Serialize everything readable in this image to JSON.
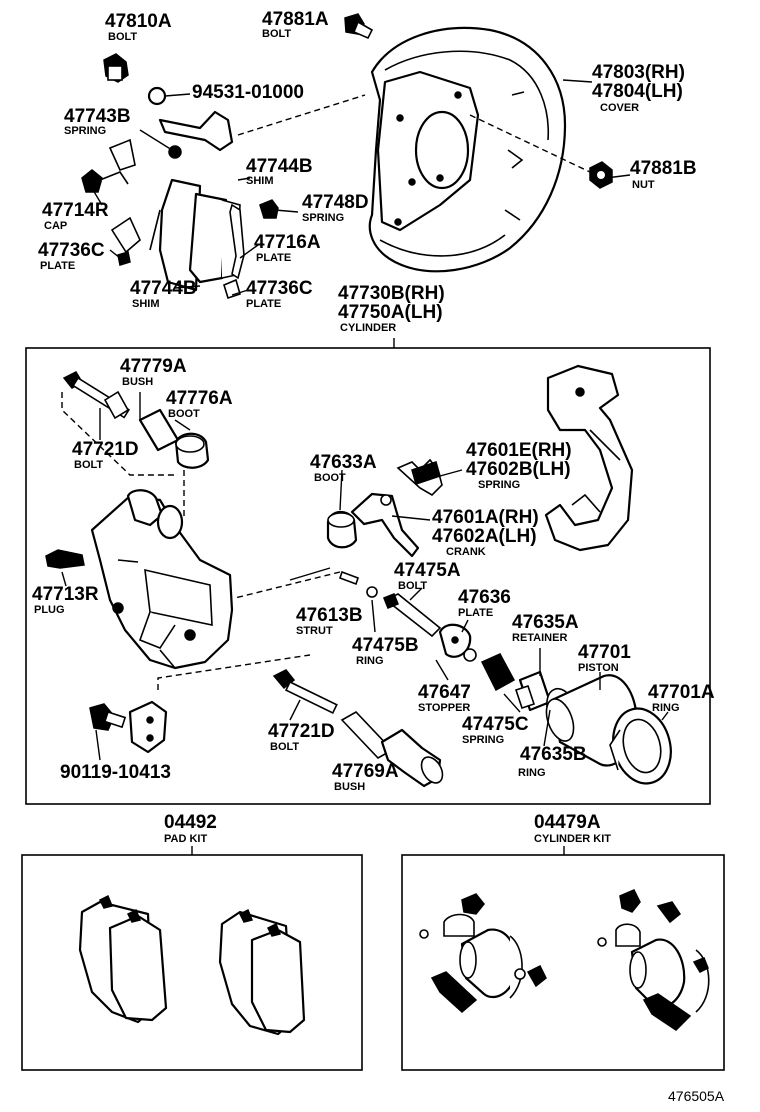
{
  "parts": {
    "p47810A": {
      "number": "47810A",
      "label": "BOLT"
    },
    "p47881A": {
      "number": "47881A",
      "label": "BOLT"
    },
    "p94531": {
      "number": "94531-01000"
    },
    "p47803": {
      "number_rh": "47803(RH)",
      "number_lh": "47804(LH)",
      "label": "COVER"
    },
    "p47743B": {
      "number": "47743B",
      "label": "SPRING"
    },
    "p47881B": {
      "number": "47881B",
      "label": "NUT"
    },
    "p47744B_top": {
      "number": "47744B",
      "label": "SHIM"
    },
    "p47748D": {
      "number": "47748D",
      "label": "SPRING"
    },
    "p47714R": {
      "number": "47714R",
      "label": "CAP"
    },
    "p47716A": {
      "number": "47716A",
      "label": "PLATE"
    },
    "p47736C_left": {
      "number": "47736C",
      "label": "PLATE"
    },
    "p47744B_bottom": {
      "number": "47744B",
      "label": "SHIM"
    },
    "p47736C_right": {
      "number": "47736C",
      "label": "PLATE"
    },
    "p47730B": {
      "number_rh": "47730B(RH)",
      "number_lh": "47750A(LH)",
      "label": "CYLINDER"
    },
    "p47779A": {
      "number": "47779A",
      "label": "BUSH"
    },
    "p47776A": {
      "number": "47776A",
      "label": "BOOT"
    },
    "p47721D_top": {
      "number": "47721D",
      "label": "BOLT"
    },
    "p47633A": {
      "number": "47633A",
      "label": "BOOT"
    },
    "p47601E": {
      "number_rh": "47601E(RH)",
      "number_lh": "47602B(LH)",
      "label": "SPRING"
    },
    "p47601A": {
      "number_rh": "47601A(RH)",
      "number_lh": "47602A(LH)",
      "label": "CRANK"
    },
    "p47713R": {
      "number": "47713R",
      "label": "PLUG"
    },
    "p47475A": {
      "number": "47475A",
      "label": "BOLT"
    },
    "p47636": {
      "number": "47636",
      "label": "PLATE"
    },
    "p47613B": {
      "number": "47613B",
      "label": "STRUT"
    },
    "p47475B": {
      "number": "47475B",
      "label": "RING"
    },
    "p47635A": {
      "number": "47635A",
      "label": "RETAINER"
    },
    "p47701": {
      "number": "47701",
      "label": "PISTON"
    },
    "p47701A": {
      "number": "47701A",
      "label": "RING"
    },
    "p47647": {
      "number": "47647",
      "label": "STOPPER"
    },
    "p47475C": {
      "number": "47475C",
      "label": "SPRING"
    },
    "p47635B": {
      "number": "47635B",
      "label": "RING"
    },
    "p47721D_bottom": {
      "number": "47721D",
      "label": "BOLT"
    },
    "p47769A": {
      "number": "47769A",
      "label": "BUSH"
    },
    "p90119": {
      "number": "90119-10413"
    }
  },
  "kits": {
    "pad": {
      "number": "04492",
      "label": "PAD KIT"
    },
    "cylinder": {
      "number": "04479A",
      "label": "CYLINDER KIT"
    }
  },
  "drawing_ref": "476505A"
}
